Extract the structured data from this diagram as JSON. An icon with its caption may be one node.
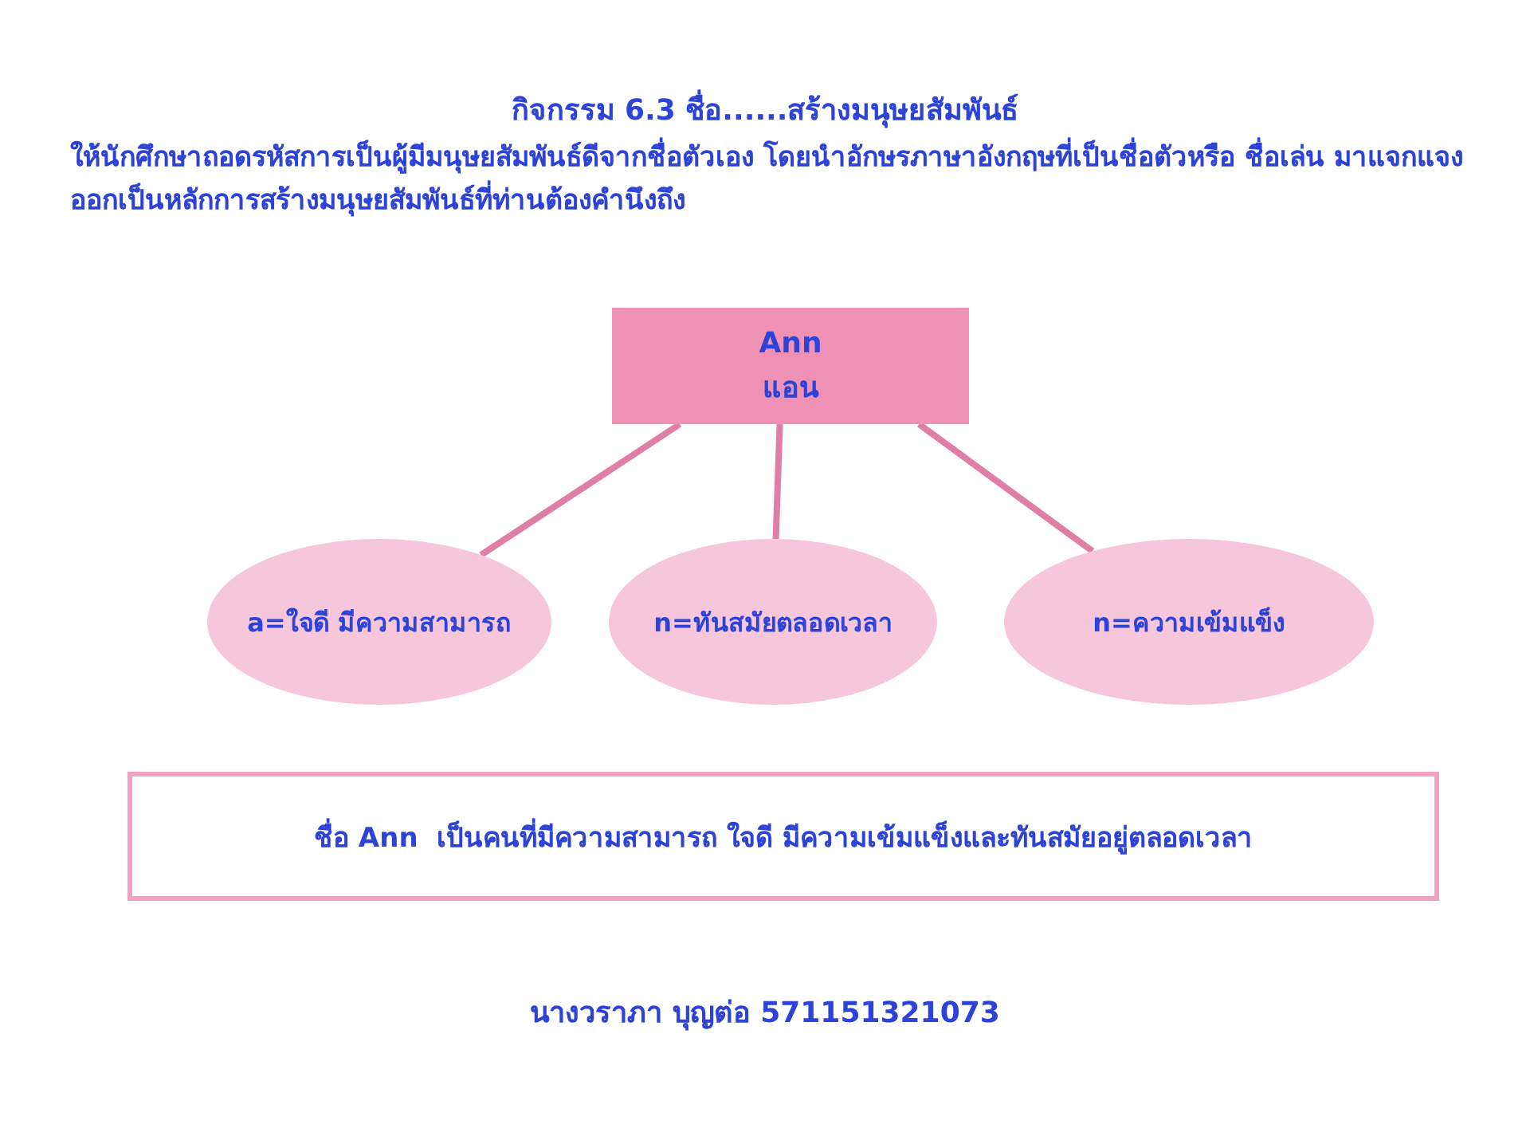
{
  "diagram": {
    "title": "กิจกรรม 6.3 ชื่อ......สร้างมนุษยสัมพันธ์",
    "nodes": [
      {
        "text": [
          "Ann",
          "แอน"
        ]
      },
      {
        "text": [
          "a=ใจดี มีความสามารถ"
        ]
      },
      {
        "text": [
          "n=ทันสมัยตลอดเวลา"
        ]
      },
      {
        "text": [
          "n=ความเข้มแข็ง"
        ]
      },
      {
        "text": [
          "ชื่อ Ann  เป็นคนที่มีความสามารถ ใจดี มีความเข้มแข็งและทันสมัยอยู่ตลอดเวลา"
        ]
      }
    ],
    "edges": [
      {
        "from": 0,
        "to": 1,
        "arrow": "none"
      },
      {
        "from": 0,
        "to": 2,
        "arrow": "none"
      },
      {
        "from": 0,
        "to": 3,
        "arrow": "none"
      }
    ],
    "labels": [
      "ให้นักศึกษาถอดรหัสการเป็นผู้มีมนุษยสัมพันธ์ดีจากชื่อตัวเอง โดยนำอักษรภาษาอังกฤษที่เป็นชื่อตัวหรือ ชื่อเล่น มาแจกแจงออกเป็นหลักการสร้างมนุษยสัมพันธ์ที่ท่านต้องคำนึงถึง",
      "นางวราภา บุญต่อ 571151321073"
    ]
  }
}
